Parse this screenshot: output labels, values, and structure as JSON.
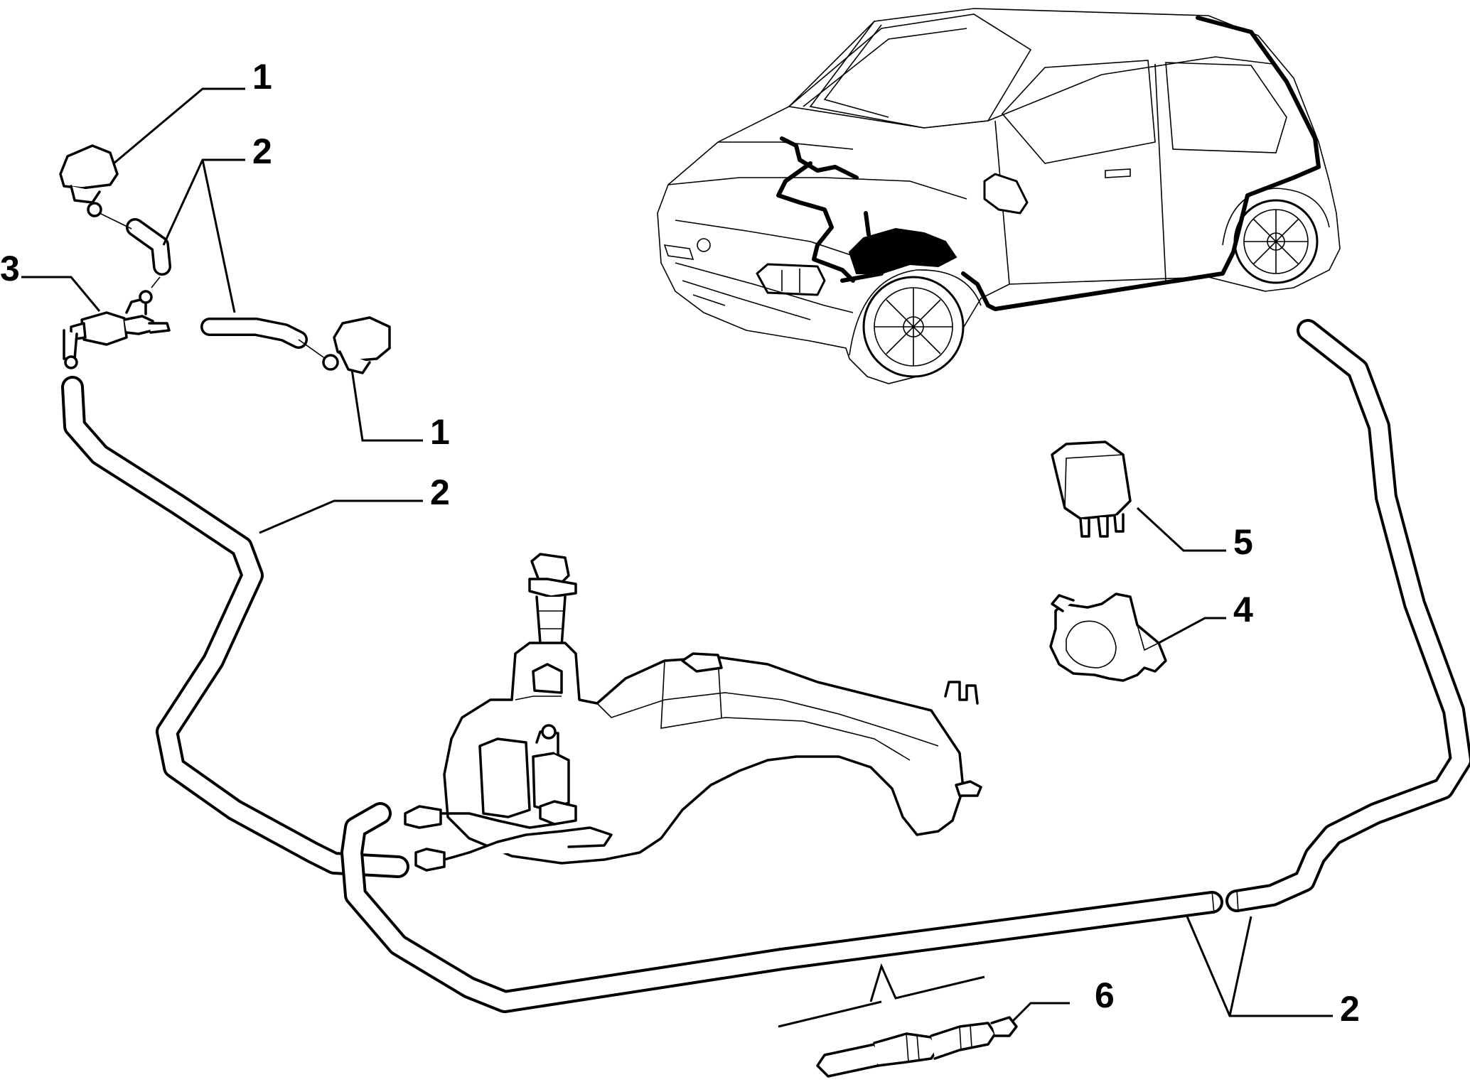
{
  "callouts": [
    {
      "id": "c1a",
      "label": "1"
    },
    {
      "id": "c2a",
      "label": "2"
    },
    {
      "id": "c3",
      "label": "3"
    },
    {
      "id": "c1b",
      "label": "1"
    },
    {
      "id": "c2b",
      "label": "2"
    },
    {
      "id": "c5",
      "label": "5"
    },
    {
      "id": "c4",
      "label": "4"
    },
    {
      "id": "c6",
      "label": "6"
    },
    {
      "id": "c2c",
      "label": "2"
    }
  ]
}
